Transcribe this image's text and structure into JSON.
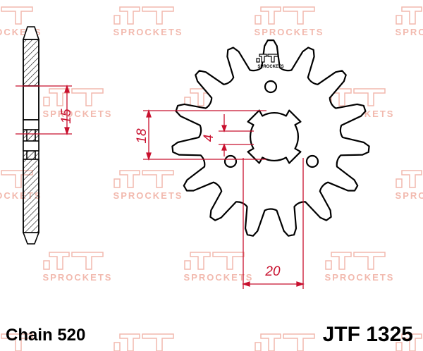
{
  "watermark": {
    "text": "SPROCKETS",
    "color": "#f2b9ae"
  },
  "logo": {
    "text": "SPROCKETS"
  },
  "colors": {
    "dimension": "#c8102e",
    "outline": "#000000",
    "hatch": "#000000"
  },
  "dimensions": {
    "side_thickness": "15",
    "bore": "18",
    "flat": "4",
    "bolt_spacing": "20"
  },
  "footer": {
    "chain": "Chain 520",
    "part_number": "JTF 1325"
  }
}
